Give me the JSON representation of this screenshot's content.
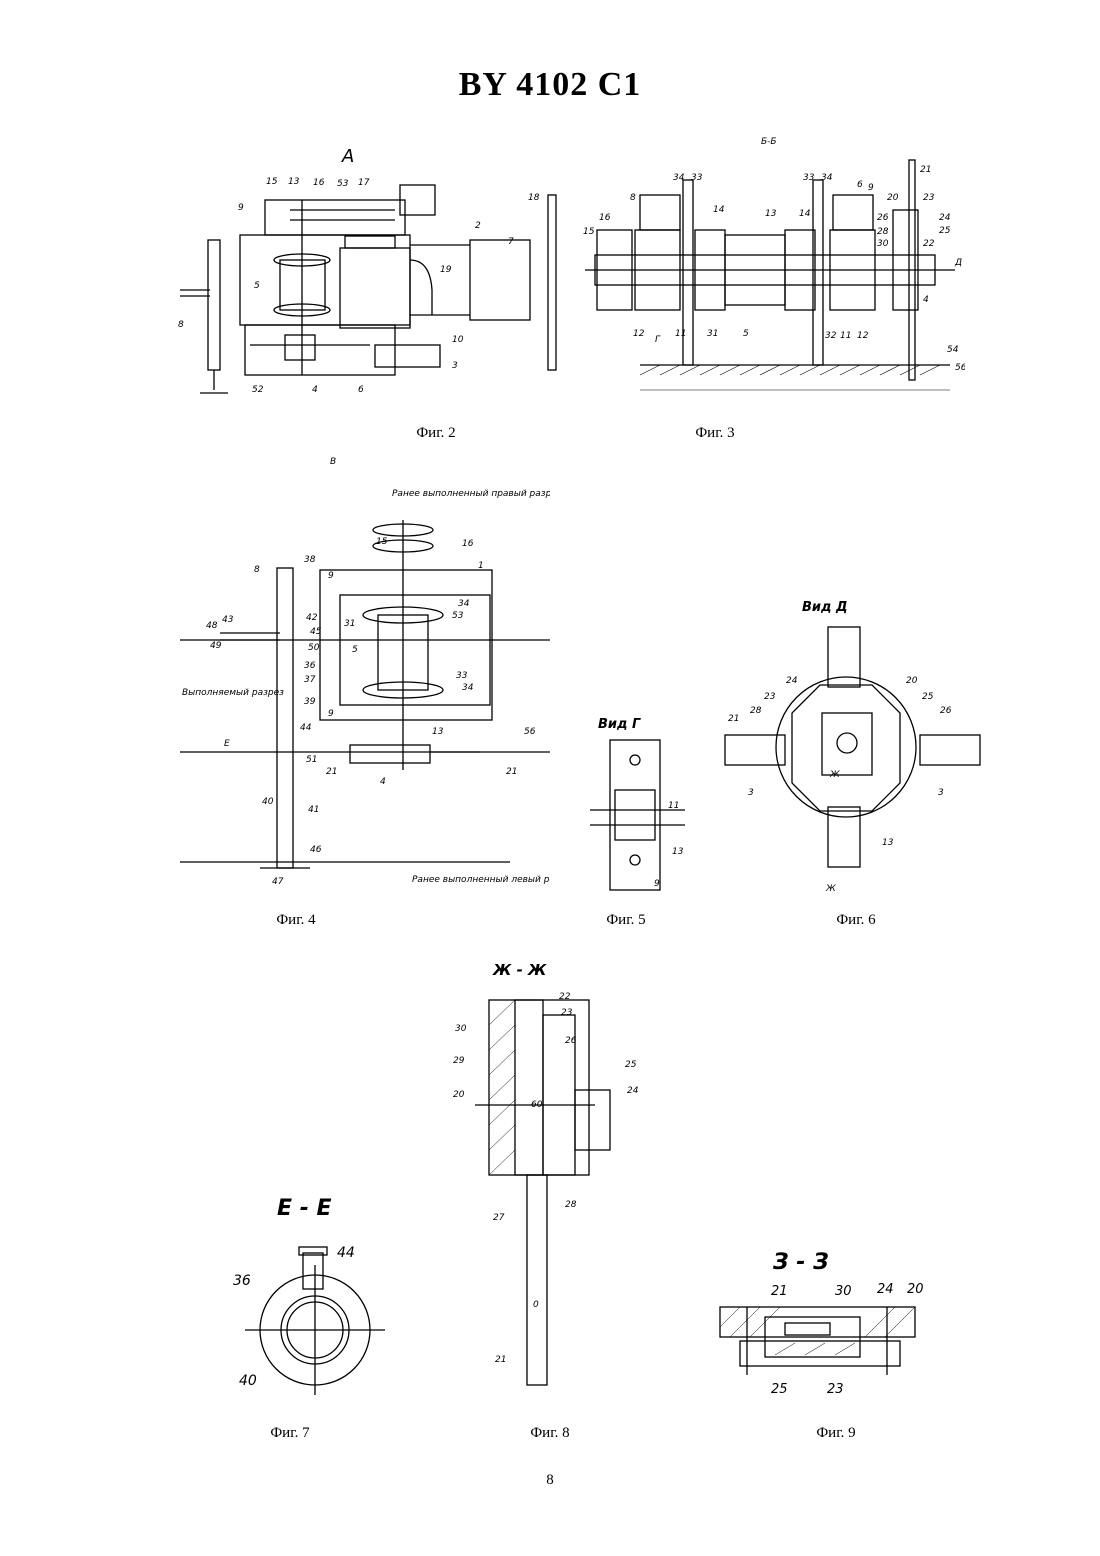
{
  "header": {
    "patent": "BY 4102 C1"
  },
  "page_number": "8",
  "figures": {
    "fig2": {
      "caption": "Фиг. 2",
      "view_label": "А",
      "callouts": [
        "15",
        "13",
        "16",
        "53",
        "17",
        "18",
        "9",
        "2",
        "7",
        "5",
        "19",
        "8",
        "10",
        "3",
        "52",
        "4",
        "6"
      ]
    },
    "fig3": {
      "caption": "Фиг. 3",
      "section_label": "Б-Б",
      "direction_label": "Д",
      "callouts": [
        "34",
        "33",
        "33",
        "34",
        "8",
        "21",
        "9",
        "14",
        "13",
        "14",
        "6",
        "20",
        "23",
        "15",
        "16",
        "24",
        "25",
        "26",
        "28",
        "30",
        "22",
        "4",
        "12",
        "11",
        "31",
        "5",
        "32",
        "11",
        "12",
        "54",
        "56",
        "Г"
      ]
    },
    "fig4": {
      "caption": "Фиг. 4",
      "view_label": "В",
      "note_right": "Ранее выполненный правый разрез",
      "note_left_cut": "Выполняемый разрез",
      "note_bottom": "Ранее выполненный левый разрез",
      "section_mark": "Е",
      "callouts": [
        "15",
        "16",
        "8",
        "38",
        "9",
        "1",
        "34",
        "53",
        "31",
        "48",
        "43",
        "42",
        "45",
        "49",
        "50",
        "5",
        "36",
        "37",
        "39",
        "33",
        "34",
        "9",
        "44",
        "13",
        "56",
        "51",
        "21",
        "4",
        "21",
        "40",
        "41",
        "46",
        "47"
      ]
    },
    "fig5": {
      "caption": "Фиг. 5",
      "view_label": "Вид Г",
      "callouts": [
        "11",
        "13",
        "9"
      ]
    },
    "fig6": {
      "caption": "Фиг. 6",
      "view_label": "Вид Д",
      "callouts": [
        "24",
        "20",
        "23",
        "25",
        "21",
        "28",
        "26",
        "3",
        "3",
        "Ж",
        "13",
        "Ж"
      ]
    },
    "fig7": {
      "caption": "Фиг. 7",
      "section_label": "Е - Е",
      "callouts": [
        "44",
        "36",
        "40"
      ]
    },
    "fig8": {
      "caption": "Фиг. 8",
      "section_label": "Ж - Ж",
      "callouts": [
        "22",
        "23",
        "30",
        "26",
        "29",
        "25",
        "24",
        "20",
        "28",
        "27",
        "21"
      ],
      "scale_marks": [
        "60",
        "0"
      ]
    },
    "fig9": {
      "caption": "Фиг. 9",
      "section_label": "З - З",
      "callouts": [
        "21",
        "30",
        "24",
        "20",
        "25",
        "23"
      ]
    }
  }
}
